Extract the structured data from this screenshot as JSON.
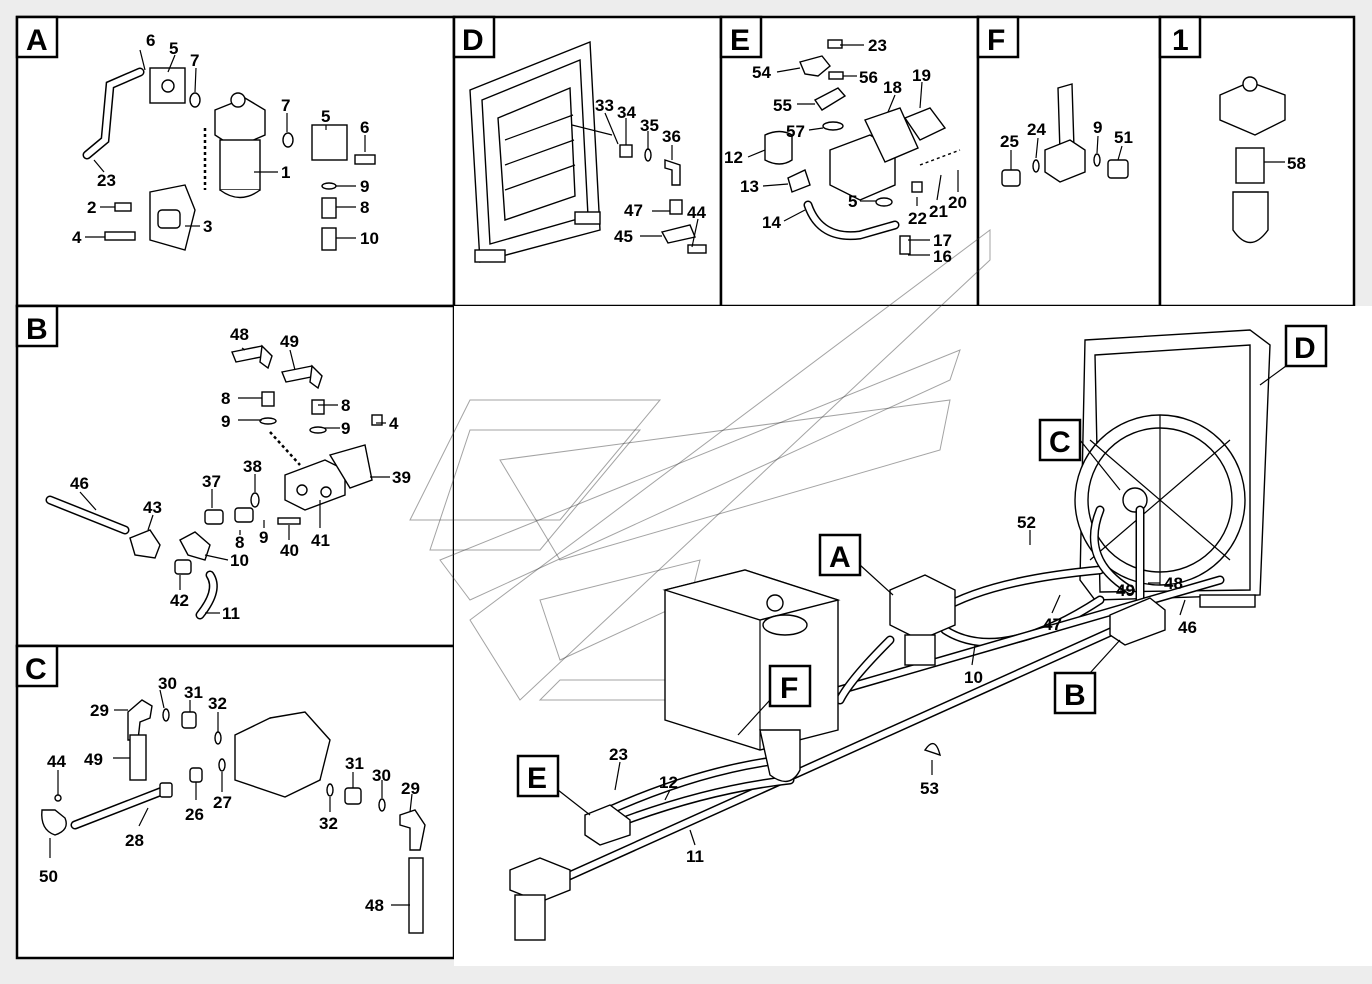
{
  "panels": {
    "A": {
      "tag": "A",
      "labels": {
        "l6": "6",
        "l5": "5",
        "l7": "7",
        "l7b": "7",
        "l5b": "5",
        "l6b": "6",
        "l1": "1",
        "l9": "9",
        "l8": "8",
        "l10": "10",
        "l23": "23",
        "l2": "2",
        "l3": "3",
        "l4": "4"
      }
    },
    "D": {
      "tag": "D",
      "labels": {
        "l33": "33",
        "l34": "34",
        "l35": "35",
        "l36": "36",
        "l47": "47",
        "l44": "44",
        "l45": "45"
      }
    },
    "E": {
      "tag": "E",
      "labels": {
        "l23": "23",
        "l54": "54",
        "l56": "56",
        "l18": "18",
        "l19": "19",
        "l55": "55",
        "l57": "57",
        "l12": "12",
        "l13": "13",
        "l14": "14",
        "l5": "5",
        "l22": "22",
        "l21": "21",
        "l20": "20",
        "l17": "17",
        "l16": "16"
      }
    },
    "F": {
      "tag": "F",
      "labels": {
        "l25": "25",
        "l24": "24",
        "l9": "9",
        "l51": "51"
      }
    },
    "P1": {
      "tag": "1",
      "labels": {
        "l58": "58"
      }
    },
    "B": {
      "tag": "B",
      "labels": {
        "l48": "48",
        "l49": "49",
        "l8a": "8",
        "l8b": "8",
        "l9a": "9",
        "l9b": "9",
        "l4": "4",
        "l38": "38",
        "l39": "39",
        "l46": "46",
        "l37": "37",
        "l43": "43",
        "l9c": "9",
        "l8c": "8",
        "l40": "40",
        "l41": "41",
        "l10": "10",
        "l42": "42",
        "l11": "11"
      }
    },
    "C": {
      "tag": "C",
      "labels": {
        "l30a": "30",
        "l31a": "31",
        "l29a": "29",
        "l32a": "32",
        "l49": "49",
        "l44": "44",
        "l26": "26",
        "l27": "27",
        "l31b": "31",
        "l30b": "30",
        "l29b": "29",
        "l28": "28",
        "l32b": "32",
        "l50": "50",
        "l48": "48"
      }
    },
    "main": {
      "tags": {
        "D": "D",
        "C": "C",
        "A": "A",
        "F": "F",
        "E": "E",
        "B": "B"
      },
      "labels": {
        "l52": "52",
        "l49": "49",
        "l48": "48",
        "l47": "47",
        "l46": "46",
        "l10": "10",
        "l23": "23",
        "l12": "12",
        "l53": "53",
        "l11": "11"
      }
    }
  }
}
